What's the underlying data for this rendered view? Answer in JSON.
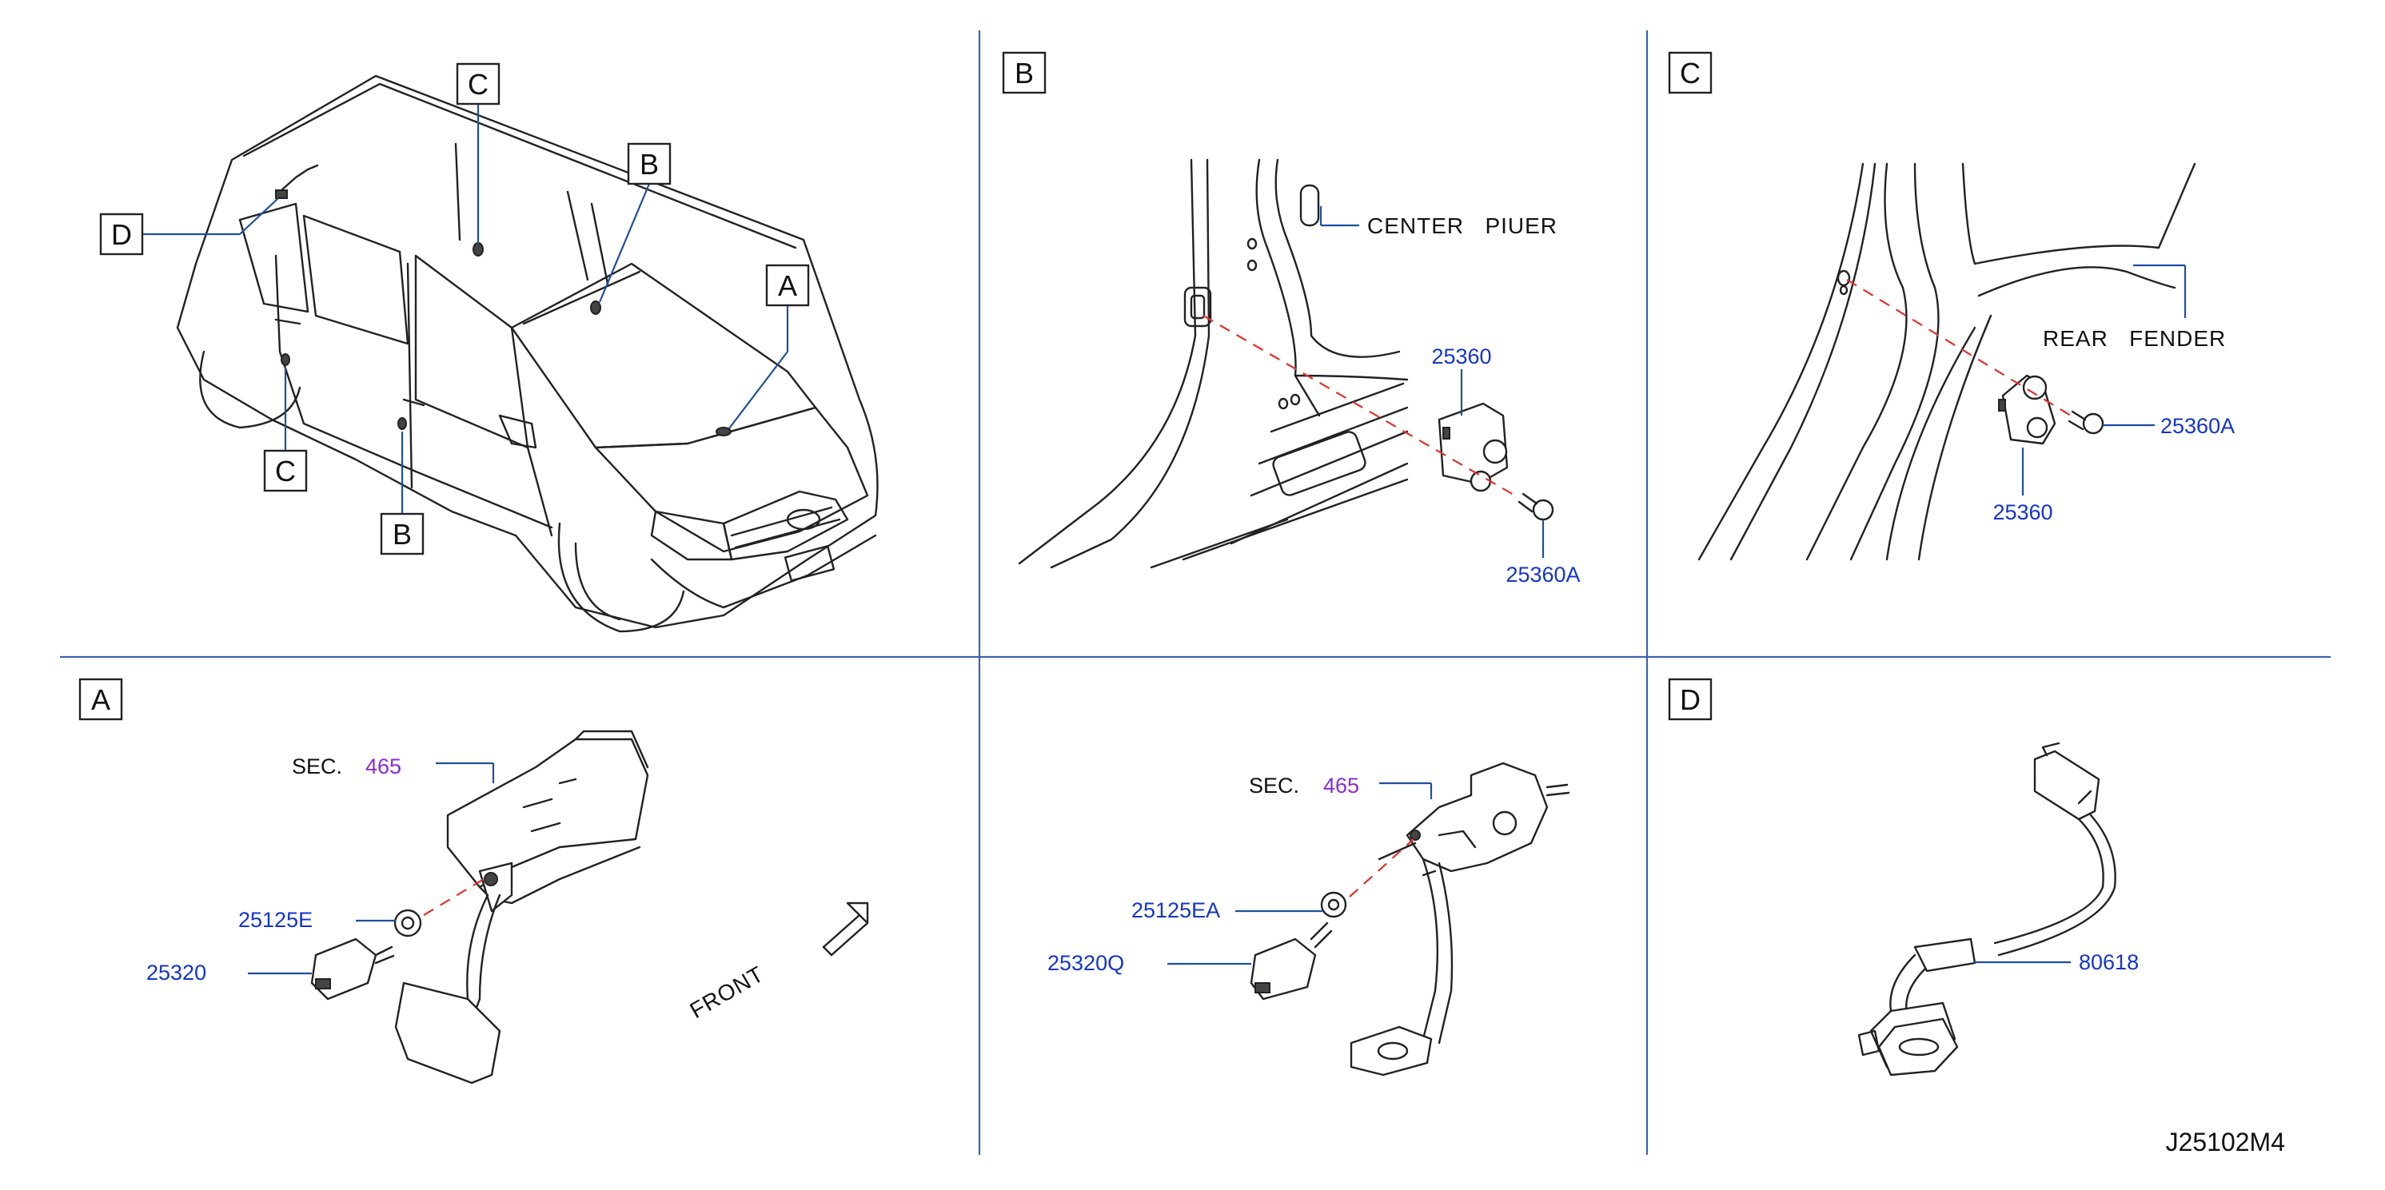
{
  "diagram": {
    "code": "J25102M4",
    "section_boxes": {
      "A": "A",
      "B": "B",
      "C": "C",
      "D": "D"
    },
    "overview_callouts": [
      "C",
      "B",
      "A",
      "D",
      "C",
      "B"
    ],
    "panel_b": {
      "label": "CENTER   PIUER",
      "part_switch": "25360",
      "part_bolt": "25360A"
    },
    "panel_c": {
      "label": "REAR   FENDER",
      "part_bolt": "25360A",
      "part_switch": "25360"
    },
    "panel_a": {
      "sec_prefix": "SEC.",
      "sec_number": "465",
      "part_nut": "25125E",
      "part_switch": "25320",
      "front_label": "FRONT"
    },
    "panel_a2": {
      "sec_prefix": "SEC.",
      "sec_number": "465",
      "part_nut": "25125EA",
      "part_switch": "25320Q"
    },
    "panel_d": {
      "part_switch": "80618"
    }
  },
  "colors": {
    "part_number": "#1434cc",
    "section_number": "#8a2bd9",
    "leader_line": "#1f4f9e",
    "dashed_line": "#e0322a",
    "divider": "#3b63b2"
  }
}
